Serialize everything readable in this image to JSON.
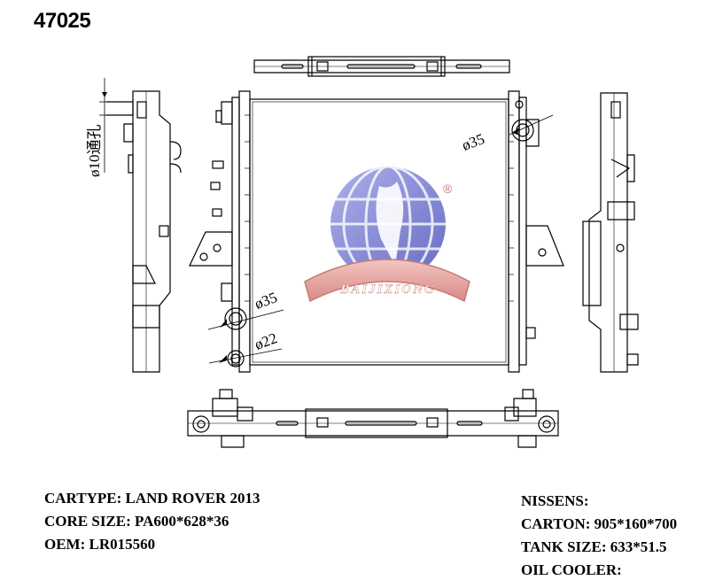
{
  "part_number": "47025",
  "dimensions": {
    "inlet_left": "ø35",
    "inlet_right": "ø35",
    "outlet": "ø22",
    "side_hole": "ø10通孔"
  },
  "logo": {
    "brand": "BAIJIXIONG",
    "registered_mark": "®",
    "globe_color": "#5a5fc4",
    "banner_color": "#d98a86"
  },
  "specs_left": [
    "CARTYPE: LAND  ROVER 2013",
    "CORE SIZE: PA600*628*36",
    "OEM: LR015560"
  ],
  "specs_right": [
    "NISSENS:",
    "CARTON: 905*160*700",
    "TANK SIZE: 633*51.5",
    "OIL COOLER:"
  ]
}
